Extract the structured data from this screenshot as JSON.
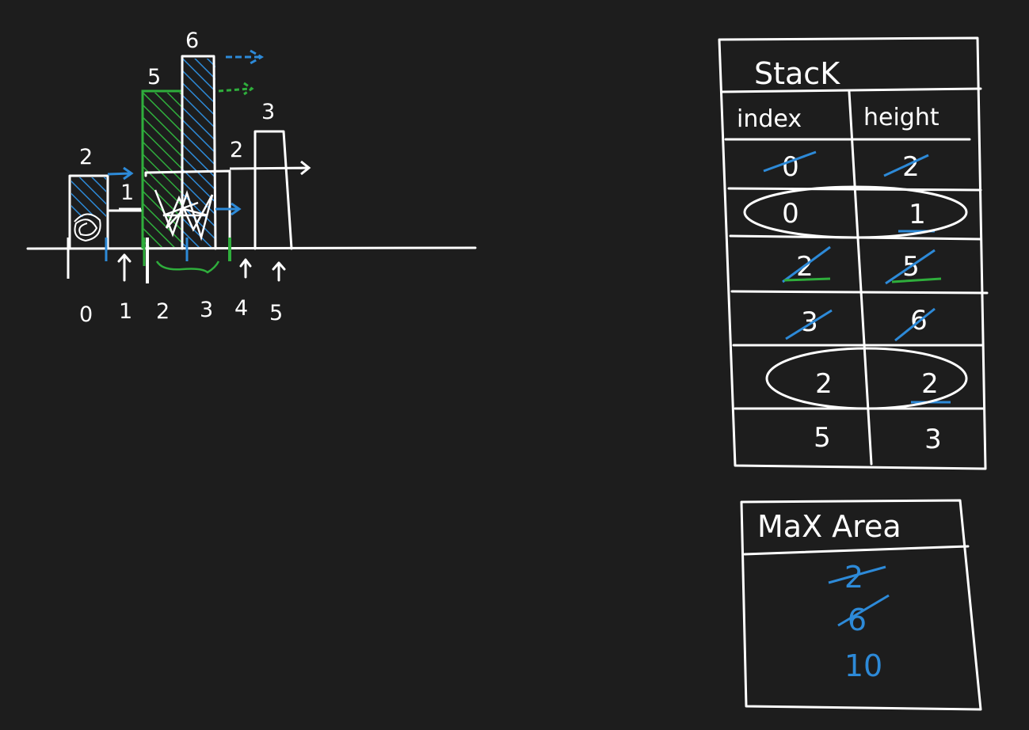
{
  "histogram": {
    "bars": [
      {
        "index": "0",
        "height": 2,
        "height_label": "2"
      },
      {
        "index": "1",
        "height": 1,
        "height_label": "1"
      },
      {
        "index": "2",
        "height": 5,
        "height_label": "5"
      },
      {
        "index": "3",
        "height": 6,
        "height_label": "6"
      },
      {
        "index": "4",
        "height": 2,
        "height_label": "2"
      },
      {
        "index": "5",
        "height": 3,
        "height_label": "3"
      }
    ]
  },
  "stack": {
    "title": "StacK",
    "headers": {
      "index": "index",
      "height": "height"
    },
    "rows": [
      {
        "index": "0",
        "height": "2",
        "crossed": true,
        "circled": false
      },
      {
        "index": "0",
        "height": "1",
        "crossed": false,
        "circled": true
      },
      {
        "index": "2",
        "height": "5",
        "crossed": true,
        "circled": false
      },
      {
        "index": "3",
        "height": "6",
        "crossed": true,
        "circled": false
      },
      {
        "index": "2",
        "height": "2",
        "crossed": false,
        "circled": true
      },
      {
        "index": "5",
        "height": "3",
        "crossed": false,
        "circled": false
      }
    ]
  },
  "max_area": {
    "title": "MaX Area",
    "values": [
      {
        "value": "2",
        "crossed": true
      },
      {
        "value": "6",
        "crossed": true
      },
      {
        "value": "10",
        "crossed": false
      }
    ]
  },
  "colors": {
    "background": "#1d1d1d",
    "chalk": "#ffffff",
    "blue": "#2d8ad8",
    "green": "#2fae3c"
  }
}
